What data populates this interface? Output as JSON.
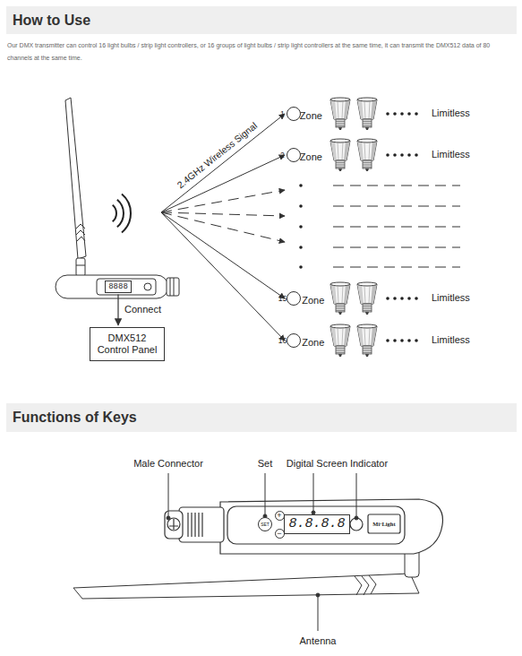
{
  "diagram": {
    "title": "How to Use",
    "nodes": [
      {
        "text": [
          "8888"
        ]
      },
      {
        "text": [
          "DMX512 Control Panel"
        ]
      },
      {
        "text": [
          "1",
          "Zone"
        ]
      },
      {
        "text": [
          "2",
          "Zone"
        ]
      },
      {
        "text": [
          "15",
          "Zone"
        ]
      },
      {
        "text": [
          "16",
          "Zone"
        ]
      },
      {
        "text": [
          "SET"
        ]
      },
      {
        "text": [
          "+"
        ]
      },
      {
        "text": [
          "−"
        ]
      },
      {
        "text": [
          "8.8.8.8"
        ]
      }
    ],
    "edges": [
      {
        "from": 0,
        "to": 1,
        "arrow": "to",
        "label": "Connect"
      }
    ],
    "labels": [
      "Our DMX transmitter can control 16 light bulbs / strip light controllers, or 16 groups of light bulbs / strip light controllers at the same time, it can transmit the DMX512 data of 80 channels at the same time.",
      "2.4GHz Wireless Signal",
      "Limitless",
      "Limitless",
      "Limitless",
      "Limitless",
      "Functions of Keys",
      "Male Connector",
      "Set",
      "Digital Screen",
      "Indicator",
      "Mi·Light",
      "Antenna"
    ]
  }
}
